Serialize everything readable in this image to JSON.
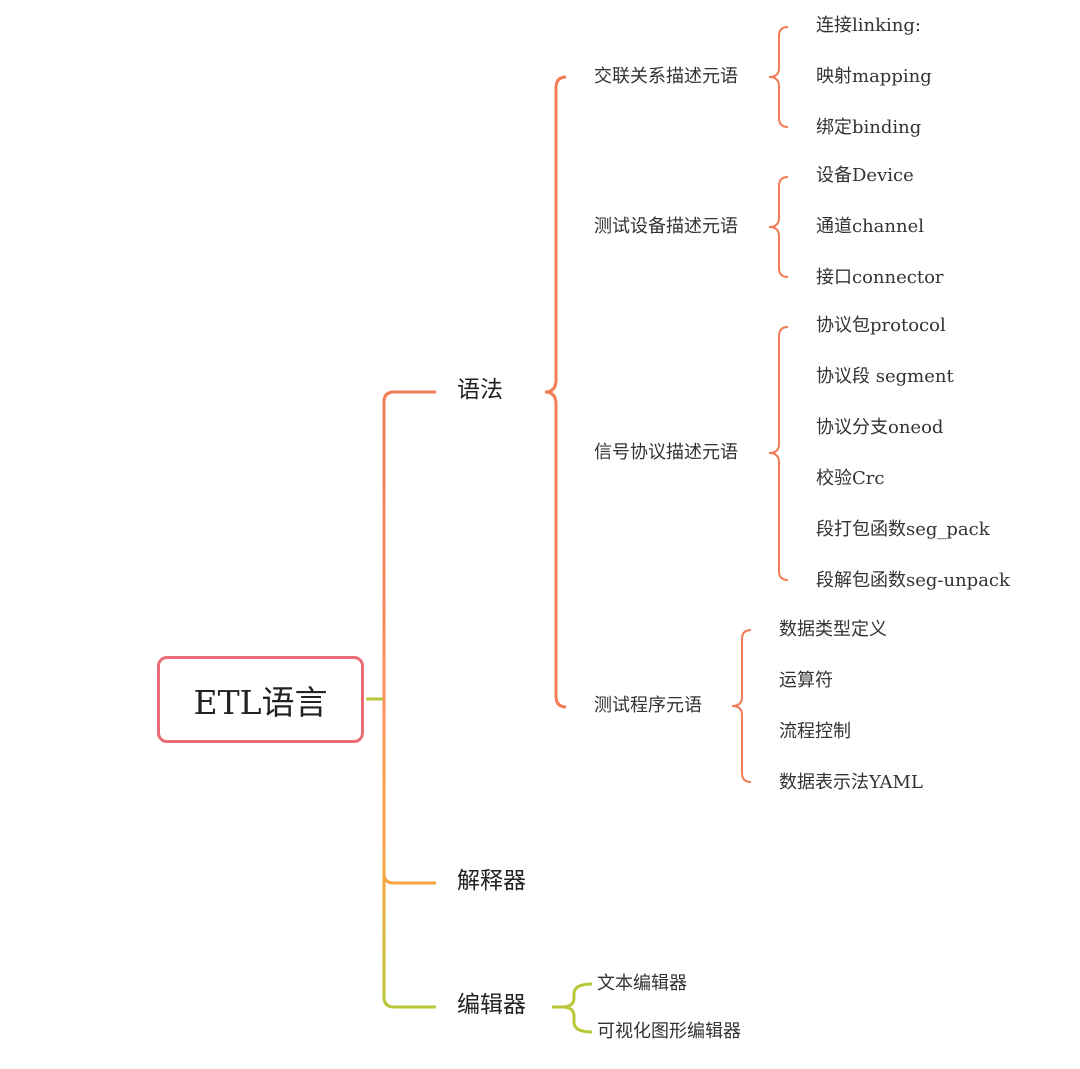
{
  "root": {
    "label": "ETL语言"
  },
  "branches": [
    {
      "label": "语法",
      "color": "#f27c55",
      "children": [
        {
          "label": "交联关系描述元语",
          "children": [
            "连接linking:",
            "映射mapping",
            "绑定binding"
          ]
        },
        {
          "label": "测试设备描述元语",
          "children": [
            "设备Device",
            "通道channel",
            "接口connector"
          ]
        },
        {
          "label": "信号协议描述元语",
          "children": [
            "协议包protocol",
            "协议段 segment",
            "协议分支oneod",
            "校验Crc",
            "段打包函数seg_pack",
            "段解包函数seg-unpack"
          ]
        },
        {
          "label": "测试程序元语",
          "children": [
            "数据类型定义",
            "运算符",
            "流程控制",
            "数据表示法YAML"
          ]
        }
      ]
    },
    {
      "label": "解释器",
      "color": "#f6a53f",
      "children": []
    },
    {
      "label": "编辑器",
      "color": "#b8c83a",
      "children": [
        "文本编辑器",
        "可视化图形编辑器"
      ]
    }
  ],
  "colors": {
    "root_border": "#e96c76",
    "grammar": "#f27c55",
    "interpreter": "#f6a53f",
    "editor": "#b8c83a"
  }
}
